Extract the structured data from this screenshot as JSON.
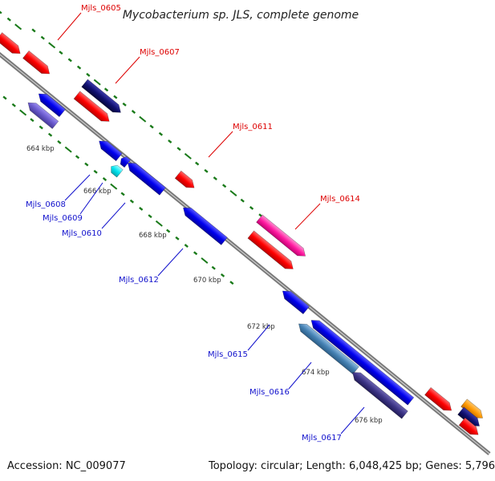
{
  "title": "Mycobacterium sp. JLS, complete genome",
  "footer": {
    "accession": "Accession: NC_009077",
    "topology": "Topology: circular; Length: 6,048,425 bp; Genes: 5,796"
  },
  "colors": {
    "backbone": "#888888",
    "tick": "#1a7a1a",
    "forward_label": "#dd0000",
    "reverse_label": "#1010cc",
    "tick_label": "#333333"
  },
  "scale_labels": [
    "664 kbp",
    "666 kbp",
    "668 kbp",
    "670 kbp",
    "672 kbp",
    "674 kbp",
    "676 kbp"
  ],
  "gene_labels": {
    "forward": [
      "Mjls_0605",
      "Mjls_0607",
      "Mjls_0611",
      "Mjls_0614"
    ],
    "reverse": [
      "Mjls_0608",
      "Mjls_0609",
      "Mjls_0610",
      "Mjls_0612",
      "Mjls_0615",
      "Mjls_0616",
      "Mjls_0617"
    ]
  },
  "gene_colors": [
    "red",
    "navy",
    "blue",
    "slateblue",
    "cyan",
    "magenta",
    "steelblue",
    "darkslateblue",
    "orange"
  ]
}
